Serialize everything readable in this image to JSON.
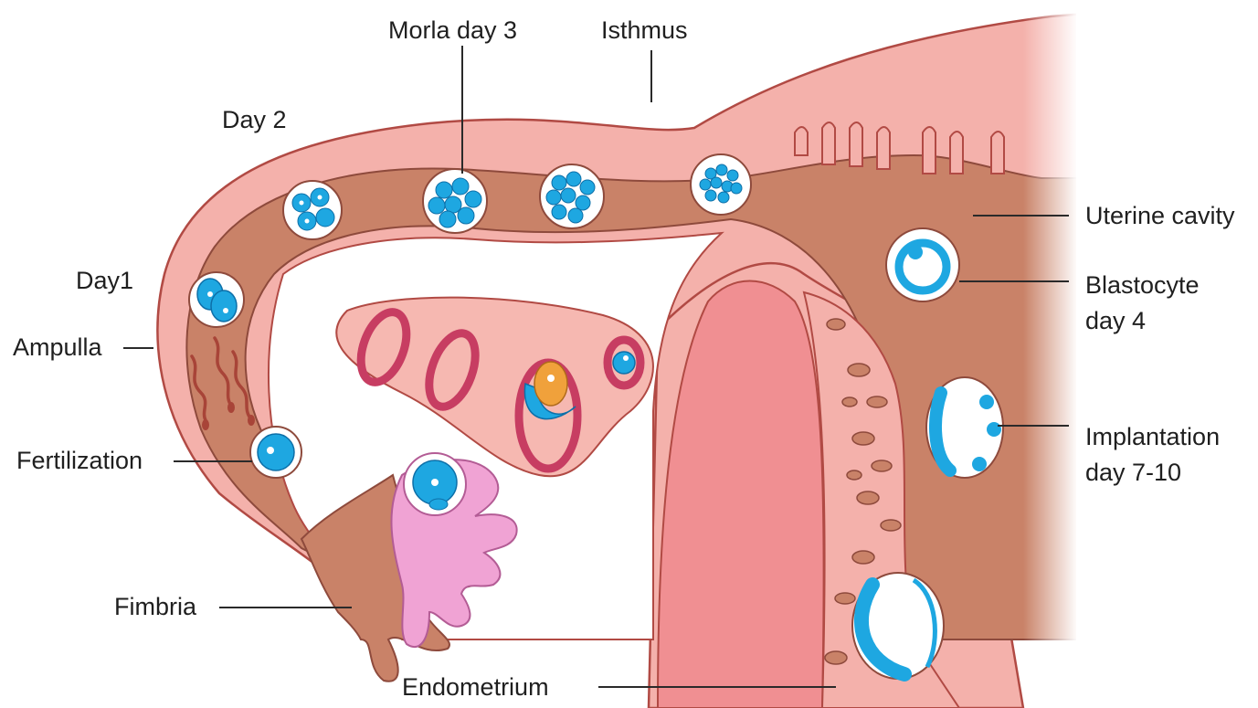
{
  "labels": {
    "morula": "Morla day 3",
    "isthmus": "Isthmus",
    "day2": "Day 2",
    "day1": "Day1",
    "ampulla": "Ampulla",
    "fertilization": "Fertilization",
    "fimbria": "Fimbria",
    "endometrium": "Endometrium",
    "uterine_cavity": "Uterine cavity",
    "blastocyte_1": "Blastocyte",
    "blastocyte_2": "day 4",
    "implantation_1": "Implantation",
    "implantation_2": "day 7-10"
  },
  "colors": {
    "tube_wall": "#f4b1ab",
    "tube_outline": "#b14a44",
    "tube_lumen": "#c98268",
    "ovary": "#f6b8b1",
    "follicle_ring": "#c73d62",
    "cell": "#1ea7e1",
    "cell_outline": "#0d6fa8",
    "fimbria_pink": "#f0a3d4",
    "oocyte_orange": "#f0a13b",
    "uterine_muscle": "#f08f92"
  }
}
